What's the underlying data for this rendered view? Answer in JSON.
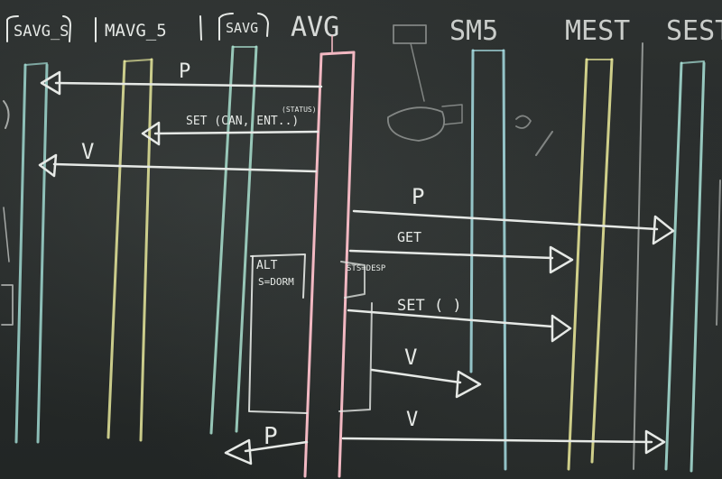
{
  "lifelines": [
    {
      "label": "SAVG_S",
      "color": "#9fd8d0",
      "boxed": true
    },
    {
      "label": "MAVG_5",
      "color": "#e6e79b",
      "boxed": true
    },
    {
      "label": "SAVG",
      "color": "#a9e0cf",
      "boxed": true
    },
    {
      "label": "AVG",
      "color": "#f2b8c2",
      "boxed": false
    },
    {
      "label": "SM5",
      "color": "#a6dde2",
      "boxed": false
    },
    {
      "label": "MEST",
      "color": "#eceb9a",
      "boxed": false
    },
    {
      "label": "SEST",
      "color": "#a9e3d8",
      "boxed": false
    }
  ],
  "messages": [
    {
      "label": "P"
    },
    {
      "label": "SET (CAN, ENT..)",
      "note": "(STATUS)"
    },
    {
      "label": "V"
    },
    {
      "label": "P"
    },
    {
      "label": "GET"
    },
    {
      "label": "SET ( )"
    },
    {
      "label": "V"
    },
    {
      "label": "V"
    },
    {
      "label": "P"
    }
  ],
  "fragment": {
    "tag": "ALT",
    "guard": "S=DORM",
    "guard2": "STS=DESP"
  }
}
